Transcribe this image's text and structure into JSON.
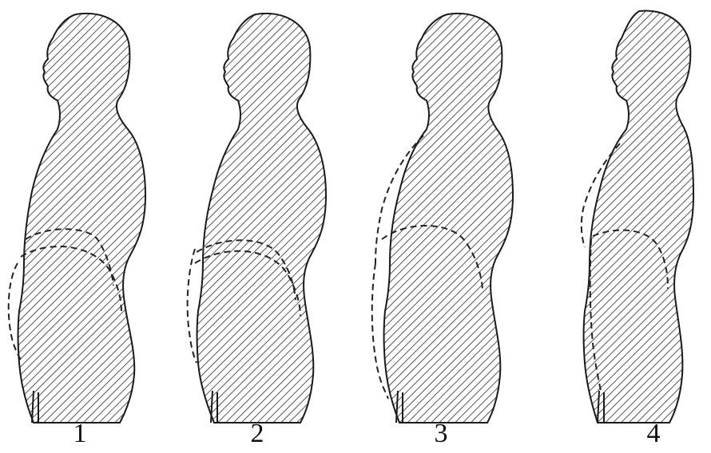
{
  "figures": [
    {
      "label": "1"
    },
    {
      "label": "2"
    },
    {
      "label": "3"
    },
    {
      "label": "4"
    }
  ],
  "colors": {
    "outline": "#1a1a1a",
    "hatch": "#2b2b2b",
    "dashed": "#222222",
    "background": "#ffffff"
  }
}
